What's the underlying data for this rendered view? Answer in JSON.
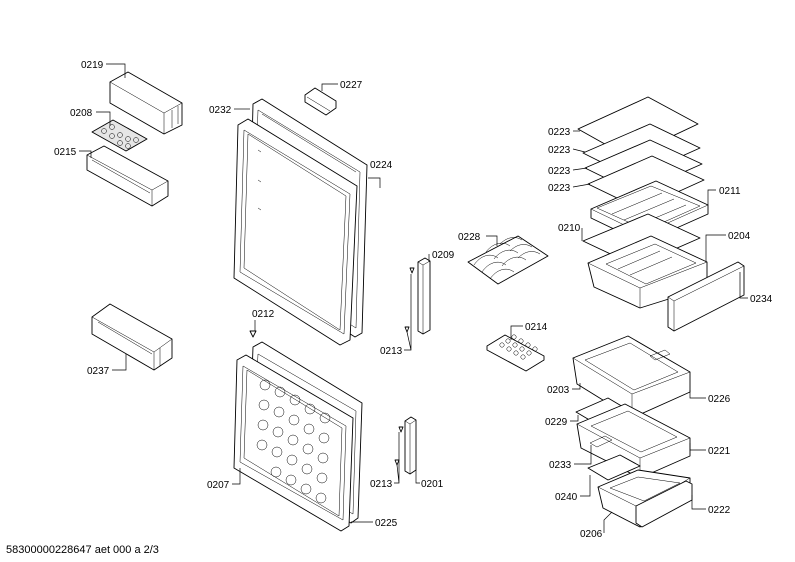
{
  "footer": "58300000228647 aet 000 a 2/3",
  "labels": {
    "p0219": "0219",
    "p0208": "0208",
    "p0215": "0215",
    "p0237": "0237",
    "p0232": "0232",
    "p0227": "0227",
    "p0224": "0224",
    "p0212": "0212",
    "p0207": "0207",
    "p0225": "0225",
    "p0228": "0228",
    "p0209": "0209",
    "p0213a": "0213",
    "p0213b": "0213",
    "p0201": "0201",
    "p0214": "0214",
    "p0223a": "0223",
    "p0223b": "0223",
    "p0223c": "0223",
    "p0223d": "0223",
    "p0211": "0211",
    "p0210": "0210",
    "p0204": "0204",
    "p0234": "0234",
    "p0203": "0203",
    "p0226": "0226",
    "p0229": "0229",
    "p0221": "0221",
    "p0233": "0233",
    "p0240": "0240",
    "p0222": "0222",
    "p0206": "0206"
  }
}
